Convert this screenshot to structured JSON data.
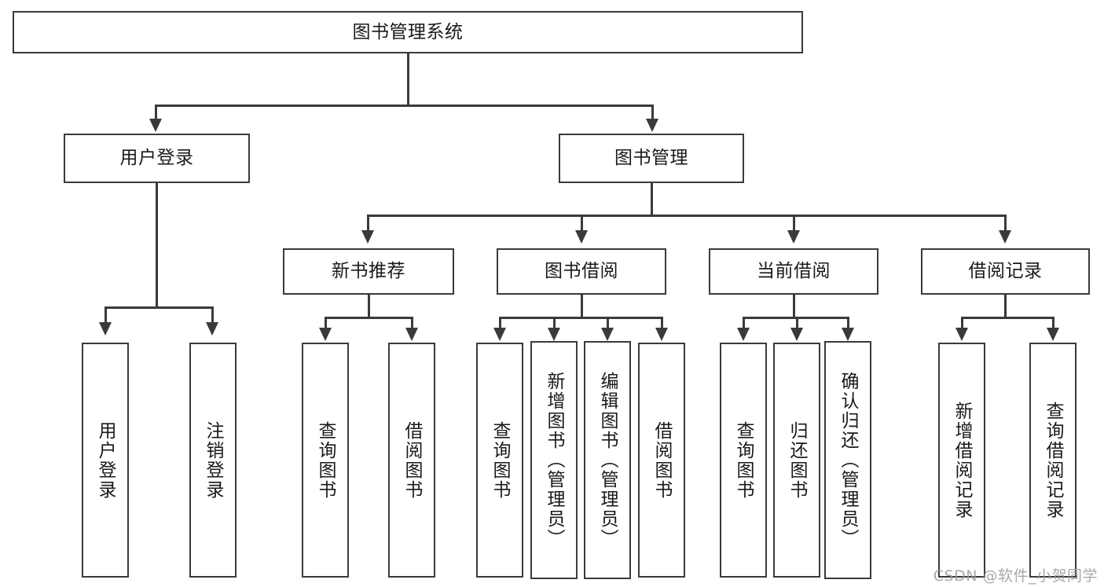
{
  "diagram": {
    "title": "图书管理系统",
    "type": "functional-structure-tree",
    "watermark": "CSDN @软件_小贺同学",
    "colors": {
      "line": "#3a3a3a",
      "box_fill": "#ffffff",
      "text": "#1a1a1a",
      "watermark": "#9a9a9a"
    },
    "root": {
      "label": "图书管理系统"
    },
    "level2": [
      {
        "label": "用户登录"
      },
      {
        "label": "图书管理"
      }
    ],
    "level3": [
      {
        "label": "新书推荐"
      },
      {
        "label": "图书借阅"
      },
      {
        "label": "当前借阅"
      },
      {
        "label": "借阅记录"
      }
    ],
    "leaves": {
      "user_login": [
        {
          "label": "用户登录"
        },
        {
          "label": "注销登录"
        }
      ],
      "new_book": [
        {
          "label": "查询图书"
        },
        {
          "label": "借阅图书"
        }
      ],
      "borrow": [
        {
          "label": "查询图书"
        },
        {
          "label": "新增图书（管理员）"
        },
        {
          "label": "编辑图书（管理员）"
        },
        {
          "label": "借阅图书"
        }
      ],
      "current": [
        {
          "label": "查询图书"
        },
        {
          "label": "归还图书"
        },
        {
          "label": "确认归还（管理员）"
        }
      ],
      "records": [
        {
          "label": "新增借阅记录"
        },
        {
          "label": "查询借阅记录"
        }
      ]
    }
  }
}
